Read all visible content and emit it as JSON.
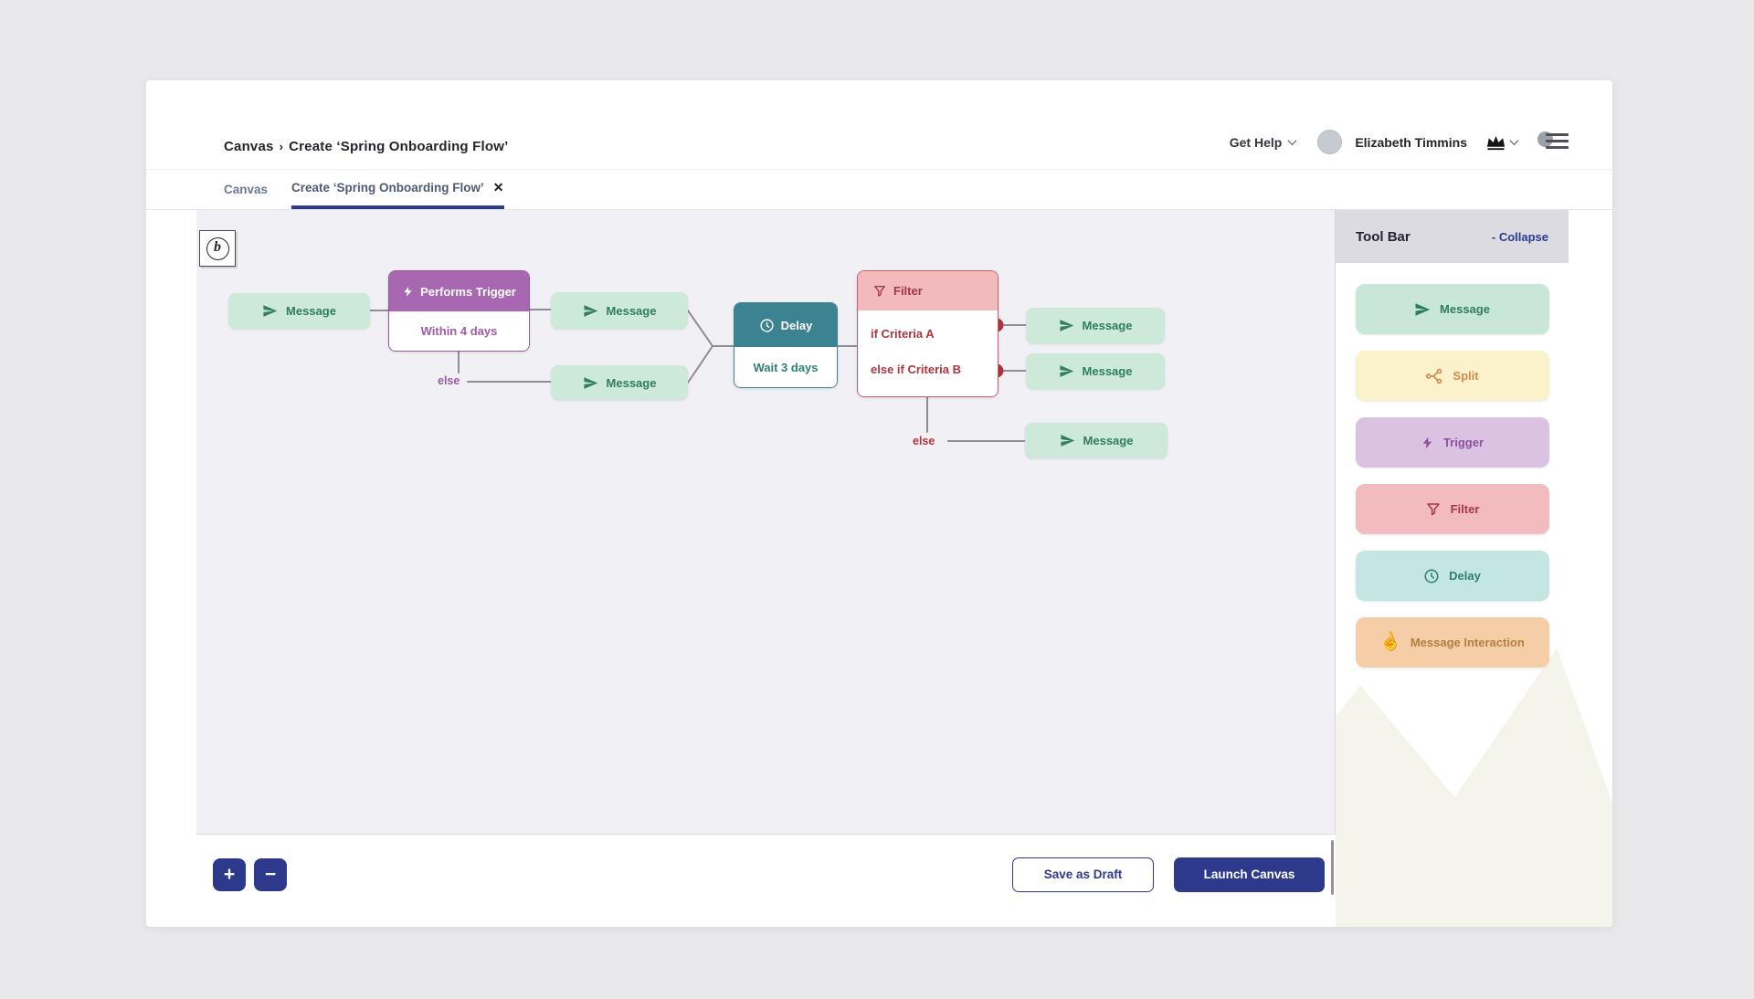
{
  "header": {
    "breadcrumb": {
      "root": "Canvas",
      "separator": "›",
      "current": "Create ‘Spring Onboarding Flow’"
    },
    "get_help_label": "Get Help",
    "user_name": "Elizabeth Timmins"
  },
  "tabs": {
    "tab1": {
      "label": "Canvas"
    },
    "tab2": {
      "label": "Create ‘Spring Onboarding Flow’",
      "close_glyph": "✕"
    }
  },
  "logo_letter": "b",
  "canvas": {
    "nodes": {
      "message1": {
        "label": "Message"
      },
      "trigger": {
        "header": "Performs Trigger",
        "body": "Within 4 days",
        "else_label": "else"
      },
      "message2a": {
        "label": "Message"
      },
      "message2b": {
        "label": "Message"
      },
      "delay": {
        "header": "Delay",
        "body": "Wait 3 days"
      },
      "filter": {
        "header": "Filter",
        "row_a": "if Criteria A",
        "row_b": "else if Criteria B",
        "else_label": "else"
      },
      "message3a": {
        "label": "Message"
      },
      "message3b": {
        "label": "Message"
      },
      "message4": {
        "label": "Message"
      }
    }
  },
  "toolbar": {
    "title": "Tool Bar",
    "collapse_label": "- Collapse",
    "items": [
      {
        "label": "Message",
        "icon": "paper-plane-icon",
        "bg": "#c9e7d9",
        "color": "#2e7d5c"
      },
      {
        "label": "Split",
        "icon": "split-icon",
        "bg": "#fbf2cb",
        "color": "#cd8c50"
      },
      {
        "label": "Trigger",
        "icon": "lightning-icon",
        "bg": "#dbc2e2",
        "color": "#8d509f"
      },
      {
        "label": "Filter",
        "icon": "funnel-icon",
        "bg": "#f2bbbd",
        "color": "#a83743"
      },
      {
        "label": "Delay",
        "icon": "clock-icon",
        "bg": "#c3e6e2",
        "color": "#2f7d72"
      },
      {
        "label": "Message Interaction",
        "icon": "tap-icon",
        "bg": "#f5cda7",
        "color": "#b5803f",
        "tap_glyph": "☝"
      }
    ]
  },
  "footer": {
    "zoom_in": "+",
    "zoom_out": "−",
    "save_draft_label": "Save as Draft",
    "launch_label": "Launch Canvas"
  },
  "colors": {
    "accent_navy": "#2d3a8c",
    "canvas_bg": "#f1f0f4",
    "toolbar_header_bg": "#dcdbe2",
    "message_green": "#cde9da",
    "trigger_purple": "#a767b1",
    "delay_teal": "#3c8290",
    "filter_pink": "#f3babe",
    "filter_red": "#ac3542",
    "wire_gray": "#8e8d96"
  }
}
